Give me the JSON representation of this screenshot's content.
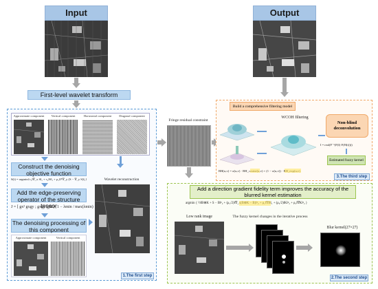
{
  "headers": {
    "input": "Input",
    "output": "Output"
  },
  "wavelet_transform": "First-level wavelet transform",
  "first_step": {
    "components": [
      "Approximate component",
      "Vertical component",
      "Horizontal component",
      "Diagonal component"
    ],
    "construct_title": "Construct the denoising objective function",
    "construct_formula": "S(t) = argmin{τ₁‖∇_x S‖₁ + τ₂‖S‖₁ + μ₁‖Jᵀ∇_y (S − ∇_y S)‖₁}",
    "edge_title": "Add the edge-preserving operator of the structure tensor",
    "edge_formula_j": "J = [ gx² gxgy ; gxgy gy² ] ,",
    "edge_formula_omega": "Ω = 1 − λmin / max(λmin)",
    "denoise_title": "The denoising processing of this component",
    "denoise_labels": [
      "Approximate component",
      "Vertical component"
    ],
    "wavelet_reconstruction": "Wavelet reconstruction",
    "step_label": "1.The first step"
  },
  "fringe_constraint": "Fringe residual constraint",
  "third_step": {
    "build_title": "Build a comprehensive filtering model",
    "wcoh": "WCOH filtering",
    "formula": "BH(u,v) = σ(u,v) · BH_cosine(u,v) + (1 − σ(u,v)) · BH_exp(u,v)",
    "nonblind": "Non-blind deconvolution",
    "deconv_formula": "I = real(F⁻¹(F(I)·F(H(t))))",
    "fuzzy": "Estimated fuzzy kernel",
    "step_label": "3.The third step"
  },
  "second_step": {
    "title": "Add a direction gradient fidelity term improves the accuracy of the blurred kernel estimation",
    "formula": "argmin { ½‖B⊗K + S − B‖²₂ + (μ₁/2)‖∇_x(B⊗K − B)‖²₂ + ρ₁‖∇B‖₁ + (ρ₂/2)‖K‖²₂ + ρ₃‖∇K‖²₂ }",
    "low_rank": "Low rank image",
    "kernel_changes": "The fuzzy kernel changes in the iterative process",
    "blur_kernel": "Blur kernel(27×27)",
    "step_label": "2.The second step"
  },
  "colors": {
    "header_bg": "#a8c6e6",
    "blue_panel": "#5b9bd5",
    "orange_panel": "#f0a868",
    "green_panel": "#9bc44d",
    "arrow": "#a6a6a6",
    "highlight": "#ffe35a"
  }
}
